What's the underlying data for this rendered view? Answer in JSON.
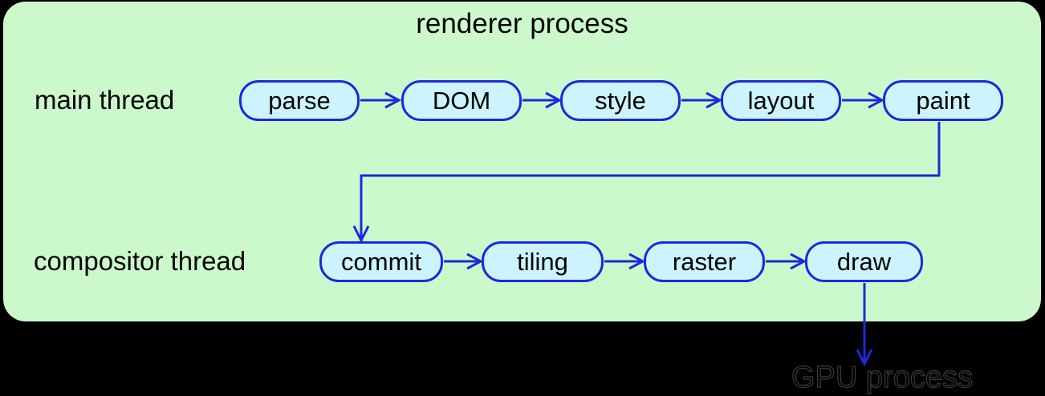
{
  "diagram": {
    "title": "renderer process",
    "main_thread": {
      "label": "main thread",
      "nodes": [
        "parse",
        "DOM",
        "style",
        "layout",
        "paint"
      ]
    },
    "compositor_thread": {
      "label": "compositor thread",
      "nodes": [
        "commit",
        "tiling",
        "raster",
        "draw"
      ]
    },
    "gpu_process_label": "GPU process",
    "edges": [
      "parse->DOM",
      "DOM->style",
      "style->layout",
      "layout->paint",
      "paint->commit",
      "commit->tiling",
      "tiling->raster",
      "raster->draw",
      "draw->GPU process"
    ],
    "colors": {
      "page_background": "#000000",
      "container_fill": "#ccf9cc",
      "node_fill": "#ccf4ff",
      "line_and_border_blue": "#1e28dc",
      "text": "#000000"
    }
  }
}
